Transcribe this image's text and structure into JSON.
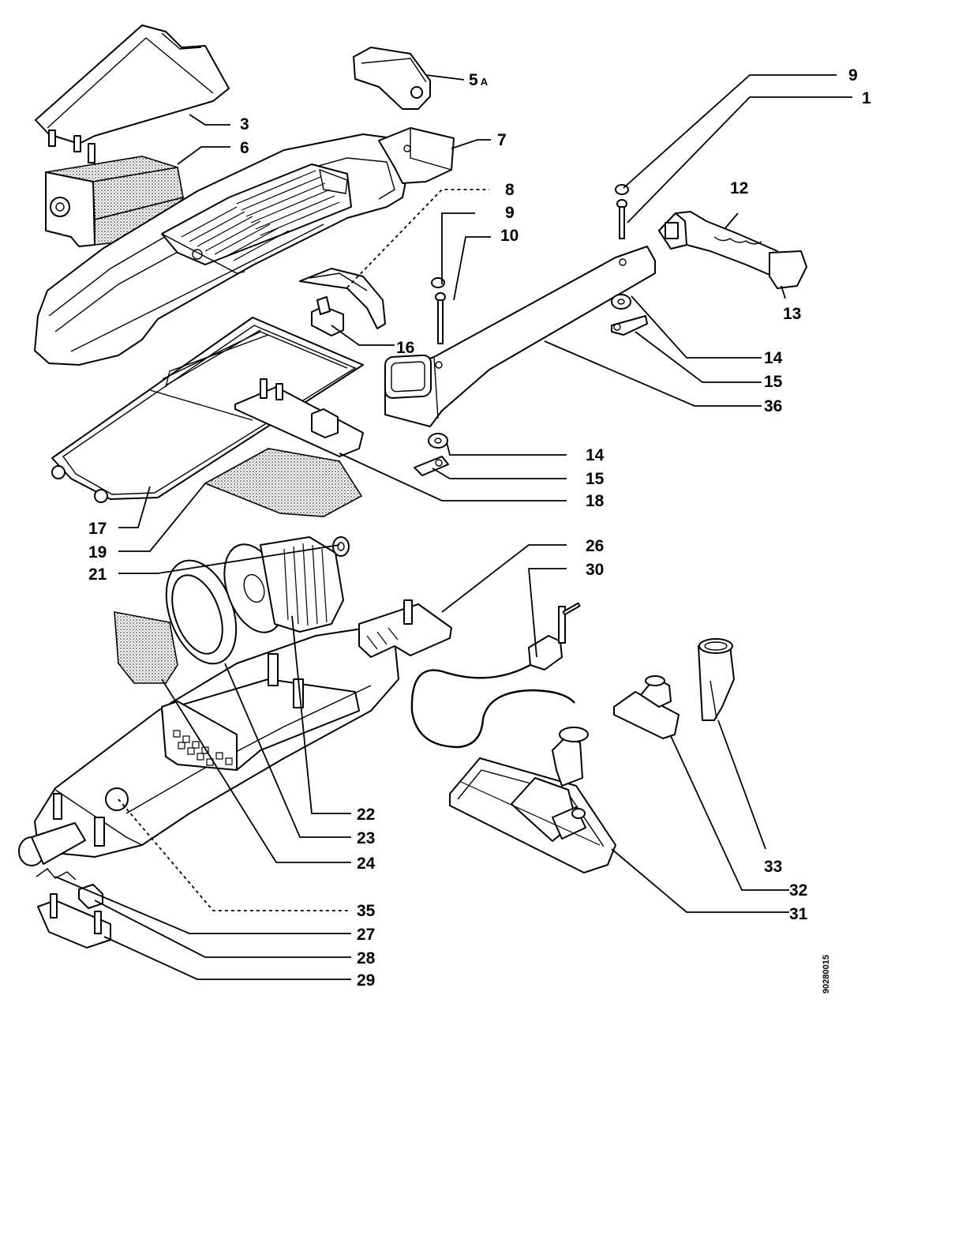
{
  "labels": {
    "l1": "1",
    "l3": "3",
    "l5": "5",
    "l5_suffix": "A",
    "l6": "6",
    "l7": "7",
    "l8": "8",
    "l9a": "9",
    "l9b": "9",
    "l10": "10",
    "l12": "12",
    "l13": "13",
    "l14a": "14",
    "l14b": "14",
    "l15a": "15",
    "l15b": "15",
    "l16": "16",
    "l17": "17",
    "l18": "18",
    "l19": "19",
    "l21": "21",
    "l22": "22",
    "l23": "23",
    "l24": "24",
    "l26": "26",
    "l27": "27",
    "l28": "28",
    "l29": "29",
    "l30": "30",
    "l31": "31",
    "l32": "32",
    "l33": "33",
    "l35": "35",
    "l36": "36"
  },
  "drawing_code": "90280015"
}
